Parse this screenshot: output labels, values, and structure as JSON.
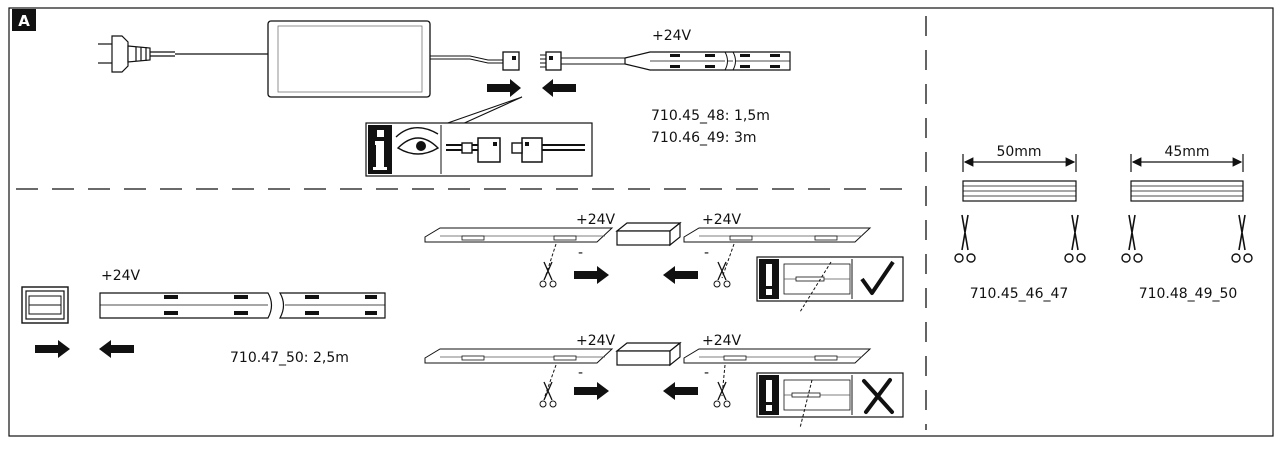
{
  "badge": "A",
  "power_section": {
    "voltage": "+24V",
    "models": [
      "710.45_48: 1,5m",
      "710.46_49: 3m"
    ]
  },
  "strip_section": {
    "voltage": "+24V",
    "model": "710.47_50: 2,5m"
  },
  "joint_section": {
    "top_left_voltage": "+24V",
    "top_right_voltage": "+24V",
    "bottom_left_voltage": "+24V",
    "bottom_right_voltage": "+24V",
    "minus_sign": "-",
    "correct_symbol": "check-mark",
    "wrong_symbol": "cross-mark"
  },
  "cut_section": {
    "left_length": "50mm",
    "right_length": "45mm",
    "left_model": "710.45_46_47",
    "right_model": "710.48_49_50"
  },
  "colors": {
    "line": "#111111",
    "fill_light": "#ffffff",
    "stroke_grey": "#555555"
  }
}
